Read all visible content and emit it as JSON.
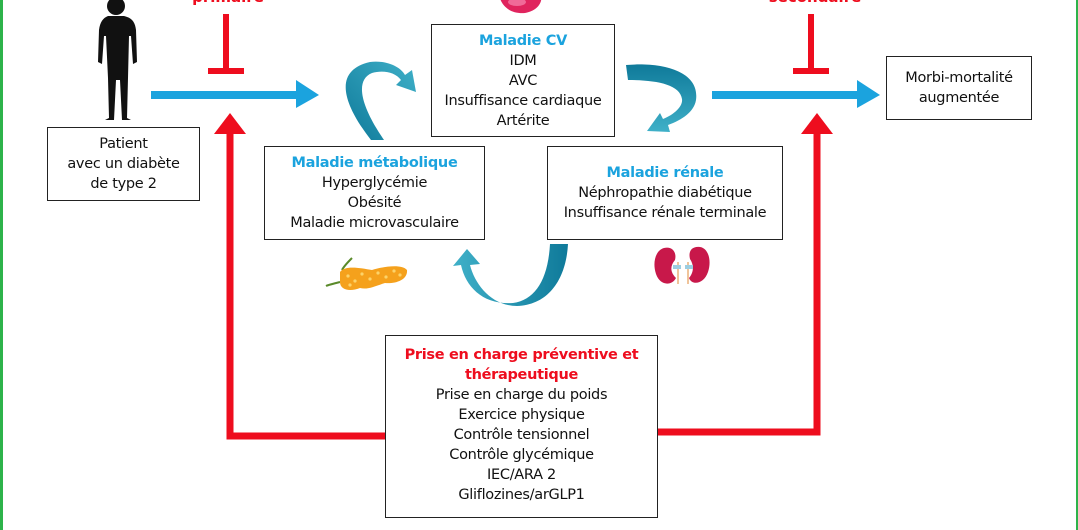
{
  "colors": {
    "frame": "#2db34a",
    "flow_arrow": "#1ba3de",
    "prevention": "#ee0d1e",
    "cycle_arrow_light": "#39a6c0",
    "cycle_arrow_dark": "#0f7a9a",
    "title_blue": "#1ba3de",
    "title_red": "#ee0d1e"
  },
  "labels": {
    "primary_prevention": "primaire",
    "secondary_prevention": "secondaire"
  },
  "patient": {
    "icon": "person-silhouette-icon",
    "lines": [
      "Patient",
      "avec un diabète",
      "de type 2"
    ]
  },
  "outcome": {
    "lines": [
      "Morbi-mortalité",
      "augmentée"
    ]
  },
  "cv_disease": {
    "icon": "heart-icon",
    "title": "Maladie CV",
    "items": [
      "IDM",
      "AVC",
      "Insuffisance cardiaque",
      "Artérite"
    ]
  },
  "metabolic_disease": {
    "icon": "pancreas-icon",
    "title": "Maladie métabolique",
    "items": [
      "Hyperglycémie",
      "Obésité",
      "Maladie microvasculaire"
    ]
  },
  "renal_disease": {
    "icon": "kidneys-icon",
    "title": "Maladie rénale",
    "items": [
      "Néphropathie diabétique",
      "Insuffisance rénale terminale"
    ]
  },
  "management": {
    "title_line1": "Prise en charge préventive et",
    "title_line2": "thérapeutique",
    "items": [
      "Prise en charge du poids",
      "Exercice physique",
      "Contrôle tensionnel",
      "Contrôle glycémique",
      "IEC/ARA 2",
      "Gliflozines/arGLP1"
    ]
  }
}
